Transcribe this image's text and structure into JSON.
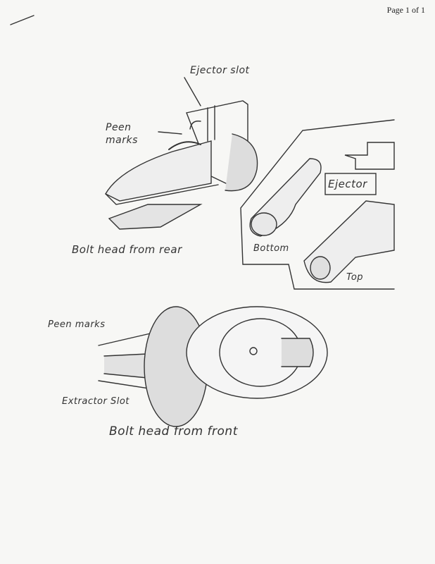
{
  "header": {
    "page_indicator": "Page 1 of 1"
  },
  "rear_view": {
    "ejector_slot_label": "Ejector slot",
    "peen_marks_label": "Peen marks",
    "caption": "Bolt head from rear"
  },
  "ejector_inset": {
    "ejector_label": "Ejector",
    "bottom_label": "Bottom",
    "top_label": "Top"
  },
  "front_view": {
    "peen_marks_label": "Peen marks",
    "extractor_slot_label": "Extractor Slot",
    "caption": "Bolt head from front"
  }
}
